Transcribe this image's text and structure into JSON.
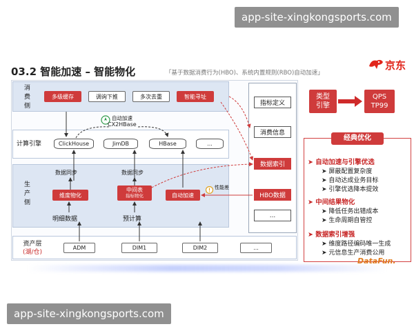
{
  "watermark": {
    "top": "app-site-xingkongsports.com",
    "bottom": "app-site-xingkongsports.com"
  },
  "slide": {
    "title": "03.2 智能加速 – 智能物化",
    "subtitle": "「基于数据消费行为(HBO)、系统内置规则(RBO)自动加速」",
    "brand": "京东",
    "footer_brand": "DataFun."
  },
  "layers": {
    "consume": {
      "label": "消费侧",
      "boxes": [
        "多级缓存",
        "调询下推",
        "多次去重",
        "智能寻址"
      ]
    },
    "compute": {
      "label": "计算引擎",
      "engines": [
        "ClickHouse",
        "JimDB",
        "HBase",
        "..."
      ],
      "auto_accel": "自动加速",
      "cx2hbase": "CX2HBase"
    },
    "produce": {
      "label": "生产侧",
      "sync1": "数据同步",
      "sync2": "数据同步",
      "dim_box": "维度物化",
      "mid_box_l1": "中间表",
      "mid_box_l2": "指标物化",
      "auto_box": "自动加速",
      "perf": "性能差",
      "detail": "明细数据",
      "precalc": "预计算"
    },
    "asset": {
      "label_l1": "资产层",
      "label_l2": "(湖/仓)",
      "items": [
        "ADM",
        "DIM1",
        "DIM2",
        "..."
      ]
    }
  },
  "side_panel": {
    "items": [
      "指标定义",
      "消费信息",
      "数据索引",
      "HBO数据",
      "..."
    ]
  },
  "engine_type": {
    "label_l1": "类型",
    "label_l2": "引擎",
    "qps": "QPS",
    "tp99": "TP99"
  },
  "classic": {
    "title": "经典优化",
    "sections": [
      {
        "head": "自动加速与引擎优选",
        "items": [
          "屏蔽配置复杂度",
          "自动达成业务目标",
          "引擎优选降本提效"
        ]
      },
      {
        "head": "中间结果物化",
        "items": [
          "降低任务出错成本",
          "生命周期自管控"
        ]
      },
      {
        "head": "数据索引增强",
        "items": [
          "维度路径编码唯一生成",
          "元信息生产消费公用"
        ]
      }
    ]
  },
  "colors": {
    "accent_red": "#cf3b3b",
    "band_blue": "#dde6f3",
    "brand_red": "#e1251b"
  }
}
